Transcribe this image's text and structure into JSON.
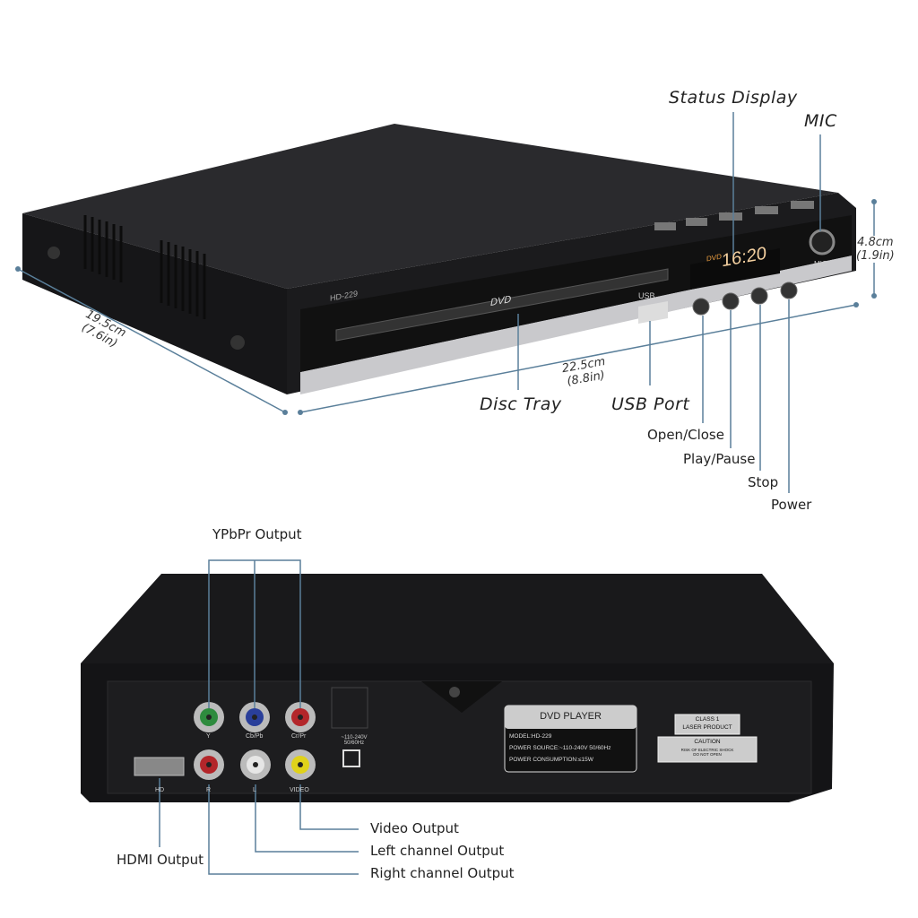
{
  "front": {
    "labels": {
      "status_display": "Status Display",
      "mic": "MIC",
      "disc_tray": "Disc Tray",
      "usb_port": "USB Port",
      "open_close": "Open/Close",
      "play_pause": "Play/Pause",
      "stop": "Stop",
      "power": "Power"
    },
    "dimensions": {
      "depth": "19.5cm",
      "depth_in": "(7.6in)",
      "width": "22.5cm",
      "width_in": "(8.8in)",
      "height": "4.8cm",
      "height_in": "(1.9in)"
    },
    "device_text": {
      "model": "HD-229",
      "dvd_logo": "DVD",
      "usb": "USB",
      "display": "16:20",
      "display_prefix": "DVD",
      "mic": "MIC"
    }
  },
  "back": {
    "labels": {
      "ypbpr": "YPbPr Output",
      "video": "Video Output",
      "left": "Left channel Output",
      "right": "Right channel Output",
      "hdmi": "HDMI Output"
    },
    "jacks": {
      "y": "Y",
      "cbpb": "Cb/Pb",
      "crpr": "Cr/Pr",
      "r": "R",
      "l": "L",
      "video": "VIDEO",
      "hd": "HD"
    },
    "jack_colors": {
      "y": "#2e8b3e",
      "cbpb": "#2a3f9a",
      "crpr": "#b3262a",
      "r": "#b3262a",
      "l": "#e6e6e6",
      "video": "#e0d21a"
    },
    "power_text": "~110-240V 50/60Hz",
    "nameplate": {
      "title": "DVD PLAYER",
      "model": "MODEL:HD-229",
      "source": "POWER SOURCE:~110-240V 50/60Hz",
      "consumption": "POWER CONSUMPTION:≤15W"
    },
    "laser": {
      "class": "CLASS 1",
      "product": "LASER PRODUCT",
      "caution": "CAUTION",
      "warning": "RISK OF ELECTRIC SHOCK DO NOT OPEN"
    }
  },
  "colors": {
    "line": "#5a7f9a",
    "device": "#1c1c1e",
    "silver": "#c9c9cc",
    "display": "#f0a040"
  }
}
